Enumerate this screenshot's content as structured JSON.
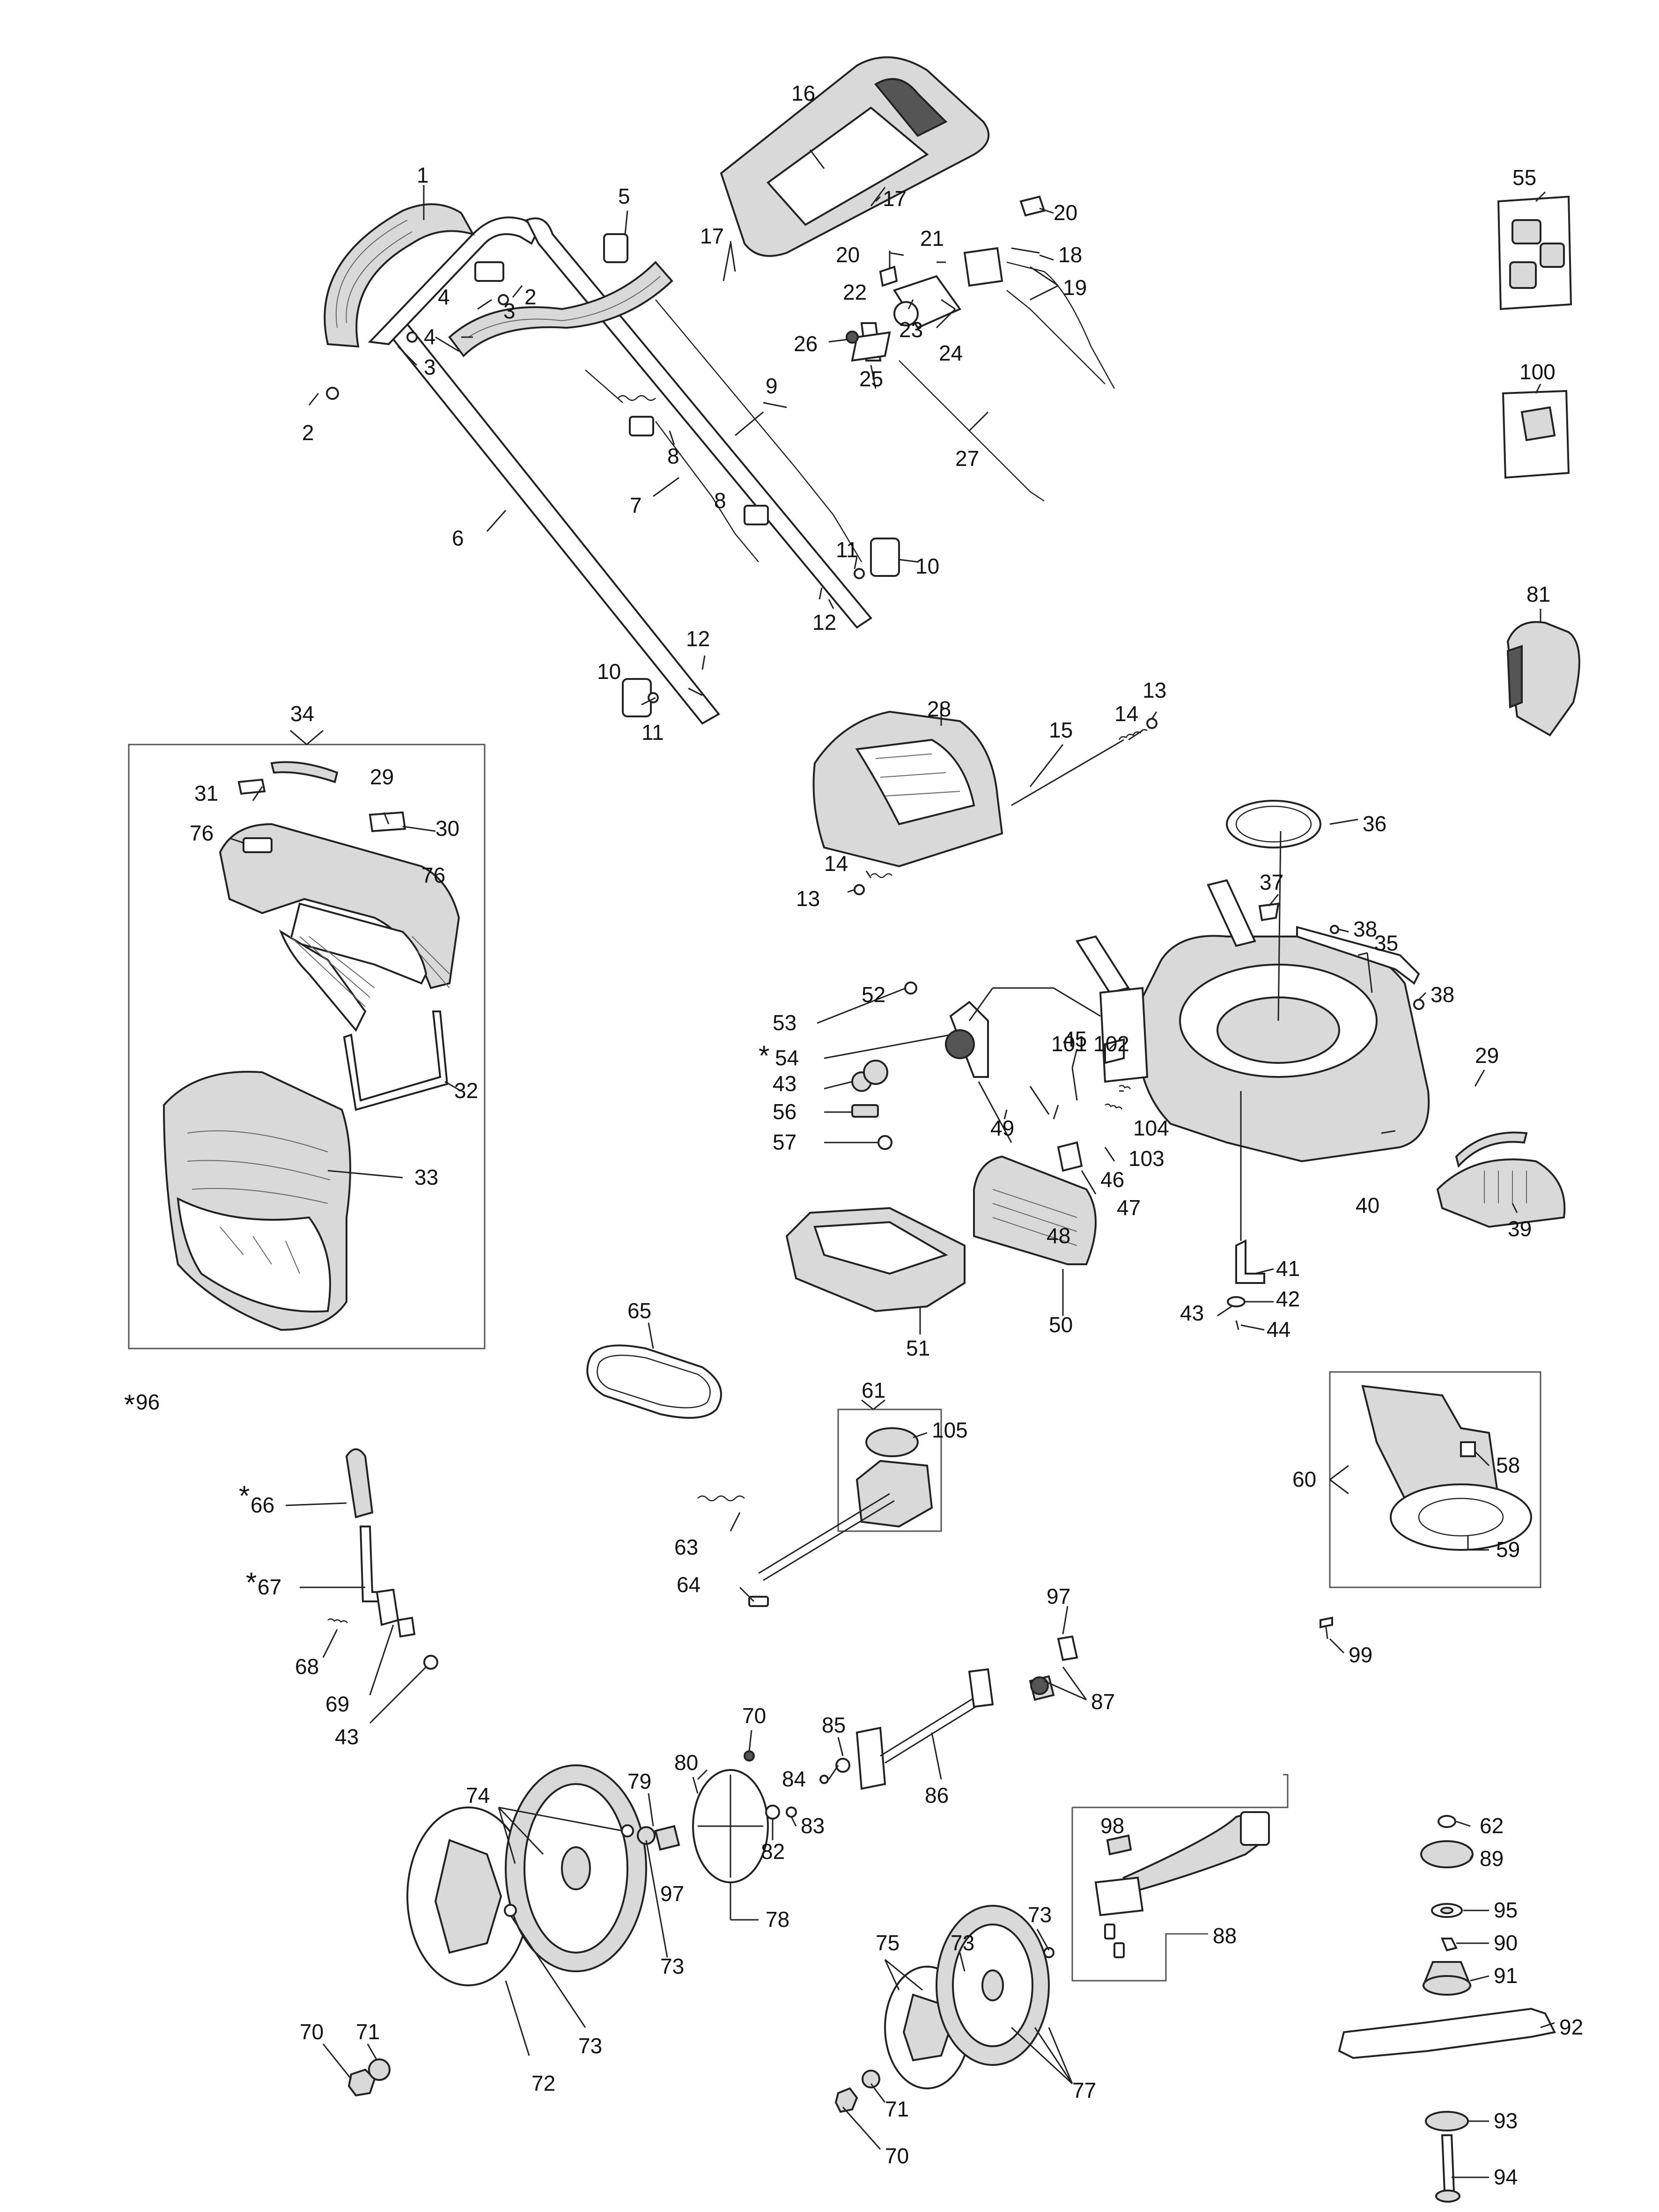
{
  "labels": {
    "l1": "1",
    "l2a": "2",
    "l2b": "2",
    "l3a": "3",
    "l3b": "3",
    "l4a": "4",
    "l4b": "4",
    "l5": "5",
    "l6": "6",
    "l7": "7",
    "l8a": "8",
    "l8b": "8",
    "l9": "9",
    "l10a": "10",
    "l10b": "10",
    "l11a": "11",
    "l11b": "11",
    "l12a": "12",
    "l12b": "12",
    "l13a": "13",
    "l13b": "13",
    "l14a": "14",
    "l14b": "14",
    "l15": "15",
    "l16": "16",
    "l17a": "17",
    "l17b": "17",
    "l18": "18",
    "l19": "19",
    "l20a": "20",
    "l20b": "20",
    "l21": "21",
    "l22": "22",
    "l23": "23",
    "l24": "24",
    "l25": "25",
    "l26": "26",
    "l27": "27",
    "l28": "28",
    "l29a": "29",
    "l29b": "29",
    "l30": "30",
    "l31": "31",
    "l32": "32",
    "l33": "33",
    "l34": "34",
    "l35": "35",
    "l36": "36",
    "l37": "37",
    "l38a": "38",
    "l38b": "38",
    "l39": "39",
    "l40": "40",
    "l41": "41",
    "l42": "42",
    "l43a": "43",
    "l43b": "43",
    "l43c": "43",
    "l44": "44",
    "l45": "45",
    "l46": "46",
    "l47": "47",
    "l48": "48",
    "l49": "49",
    "l50": "50",
    "l51": "51",
    "l52": "52",
    "l53": "53",
    "l54": "54",
    "l55": "55",
    "l56": "56",
    "l57": "57",
    "l58": "58",
    "l59": "59",
    "l60": "60",
    "l61": "61",
    "l62": "62",
    "l63": "63",
    "l64": "64",
    "l65": "65",
    "l66": "66",
    "l67": "67",
    "l68": "68",
    "l69": "69",
    "l70a": "70",
    "l70b": "70",
    "l70c": "70",
    "l71a": "71",
    "l71b": "71",
    "l72": "72",
    "l73a": "73",
    "l73b": "73",
    "l73c": "73",
    "l73d": "73",
    "l74": "74",
    "l75": "75",
    "l76a": "76",
    "l76b": "76",
    "l77": "77",
    "l78": "78",
    "l79": "79",
    "l80": "80",
    "l81": "81",
    "l82": "82",
    "l83": "83",
    "l84": "84",
    "l85": "85",
    "l86": "86",
    "l87": "87",
    "l88": "88",
    "l89": "89",
    "l90": "90",
    "l91": "91",
    "l92": "92",
    "l93": "93",
    "l94": "94",
    "l95": "95",
    "l96": "96",
    "l97a": "97",
    "l97b": "97",
    "l98": "98",
    "l99": "99",
    "l100": "100",
    "l101": "101",
    "l102": "102",
    "l103": "103",
    "l104": "104",
    "l105": "105"
  },
  "asterisk": "*"
}
